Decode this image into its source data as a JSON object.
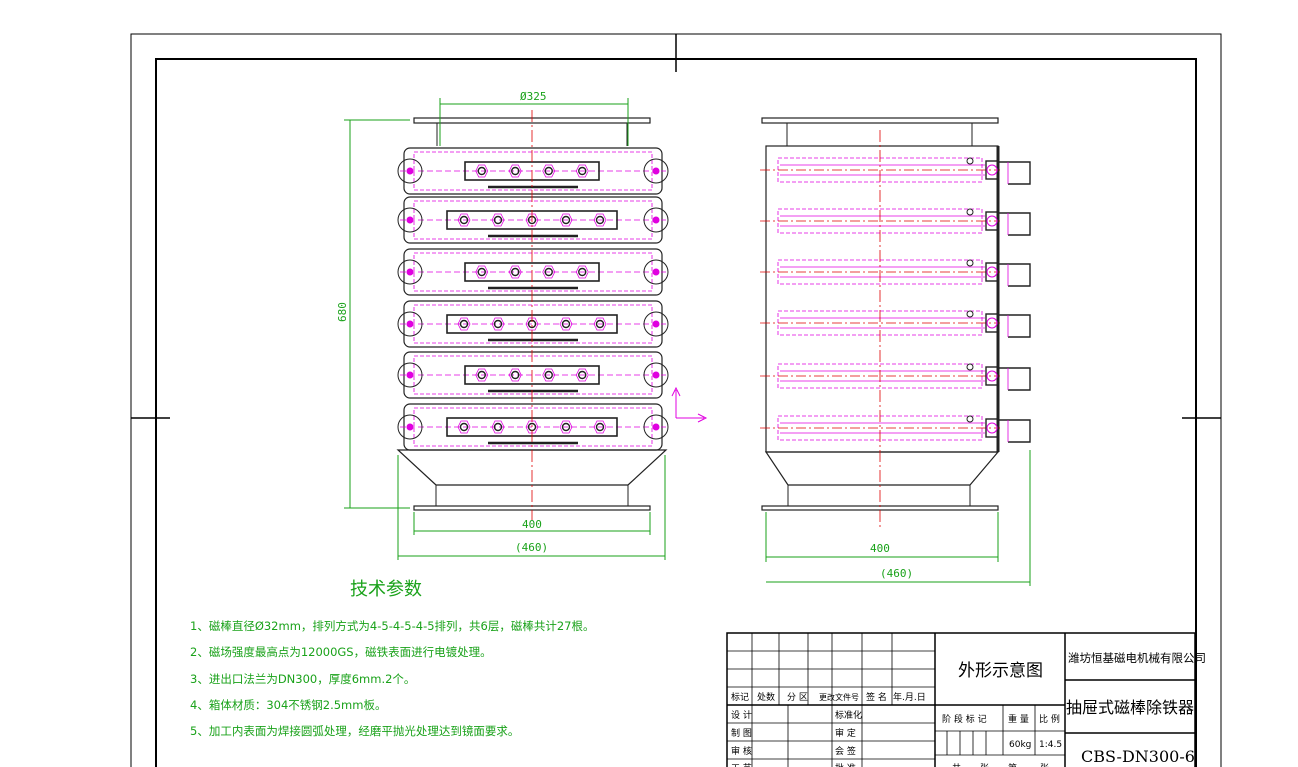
{
  "dimensions": {
    "front_top_diameter": "Ø325",
    "front_height": "680",
    "front_flange_inner": "400",
    "front_flange_outer": "(460)",
    "side_flange_inner": "400",
    "side_flange_outer": "(460)"
  },
  "tech_params": {
    "title": "技术参数",
    "items": [
      "1、磁棒直径Ø32mm，排列方式为4-5-4-5-4-5排列，共6层，磁棒共计27根。",
      "2、磁场强度最高点为12000GS，磁铁表面进行电镀处理。",
      "3、进出口法兰为DN300，厚度6mm.2个。",
      "4、箱体材质：304不锈钢2.5mm板。",
      "5、加工内表面为焊接圆弧处理，经磨平抛光处理达到镜面要求。"
    ]
  },
  "title_block": {
    "drawing_title": "外形示意图",
    "company": "潍坊恒基磁电机械有限公司",
    "product_name": "抽屉式磁棒除铁器",
    "model": "CBS-DN300-6",
    "weight": "60kg",
    "scale": "1:4.5",
    "header_labels": [
      "标记",
      "处数",
      "分 区",
      "更改文件号",
      "签 名",
      "年.月.日"
    ],
    "row_labels": [
      "设 计",
      "制 图",
      "审 核",
      "工 艺"
    ],
    "approval_labels": [
      "标准化",
      "审 定",
      "会 签",
      "批 准"
    ],
    "stage_labels": [
      "阶 段 标 记",
      "重 量",
      "比 例"
    ],
    "bottom_labels": [
      "共",
      "张",
      "第",
      "张"
    ]
  },
  "colors": {
    "frame": "#000000",
    "outline": "#222222",
    "magenta": "#e000e0",
    "red_center": "#e00000",
    "dimension": "#1aa21a",
    "background": "#ffffff"
  }
}
